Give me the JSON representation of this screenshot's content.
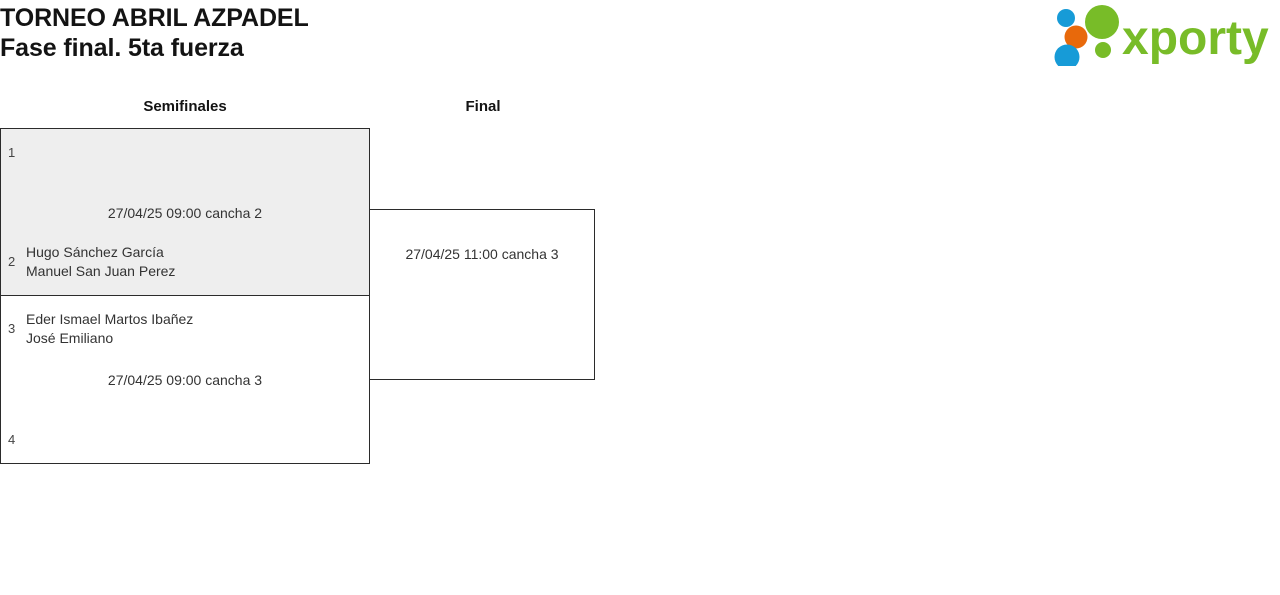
{
  "header": {
    "title_line1": "TORNEO ABRIL AZPADEL",
    "title_line2": "Fase final. 5ta fuerza",
    "logo": {
      "wordmark": "xporty",
      "colors": {
        "green": "#78bc28",
        "blue": "#179bd7",
        "orange": "#e8690b"
      }
    }
  },
  "bracket": {
    "rounds": [
      {
        "name": "semifinales",
        "label": "Semifinales"
      },
      {
        "name": "final",
        "label": "Final"
      }
    ],
    "matches": [
      {
        "id": "semifinal-1",
        "round": "semifinales",
        "highlighted": true,
        "schedule": "27/04/25 09:00 cancha 2",
        "slots": [
          {
            "seed": "1",
            "players": []
          },
          {
            "seed": "2",
            "players": [
              "Hugo Sánchez García",
              "Manuel San Juan Perez"
            ]
          }
        ]
      },
      {
        "id": "semifinal-2",
        "round": "semifinales",
        "highlighted": false,
        "schedule": "27/04/25 09:00 cancha 3",
        "slots": [
          {
            "seed": "3",
            "players": [
              "Eder Ismael Martos Ibañez",
              "José Emiliano"
            ]
          },
          {
            "seed": "4",
            "players": []
          }
        ]
      },
      {
        "id": "final",
        "round": "final",
        "highlighted": false,
        "schedule": "27/04/25 11:00 cancha 3",
        "slots": [
          {
            "seed": "",
            "players": []
          },
          {
            "seed": "",
            "players": []
          }
        ]
      }
    ]
  }
}
